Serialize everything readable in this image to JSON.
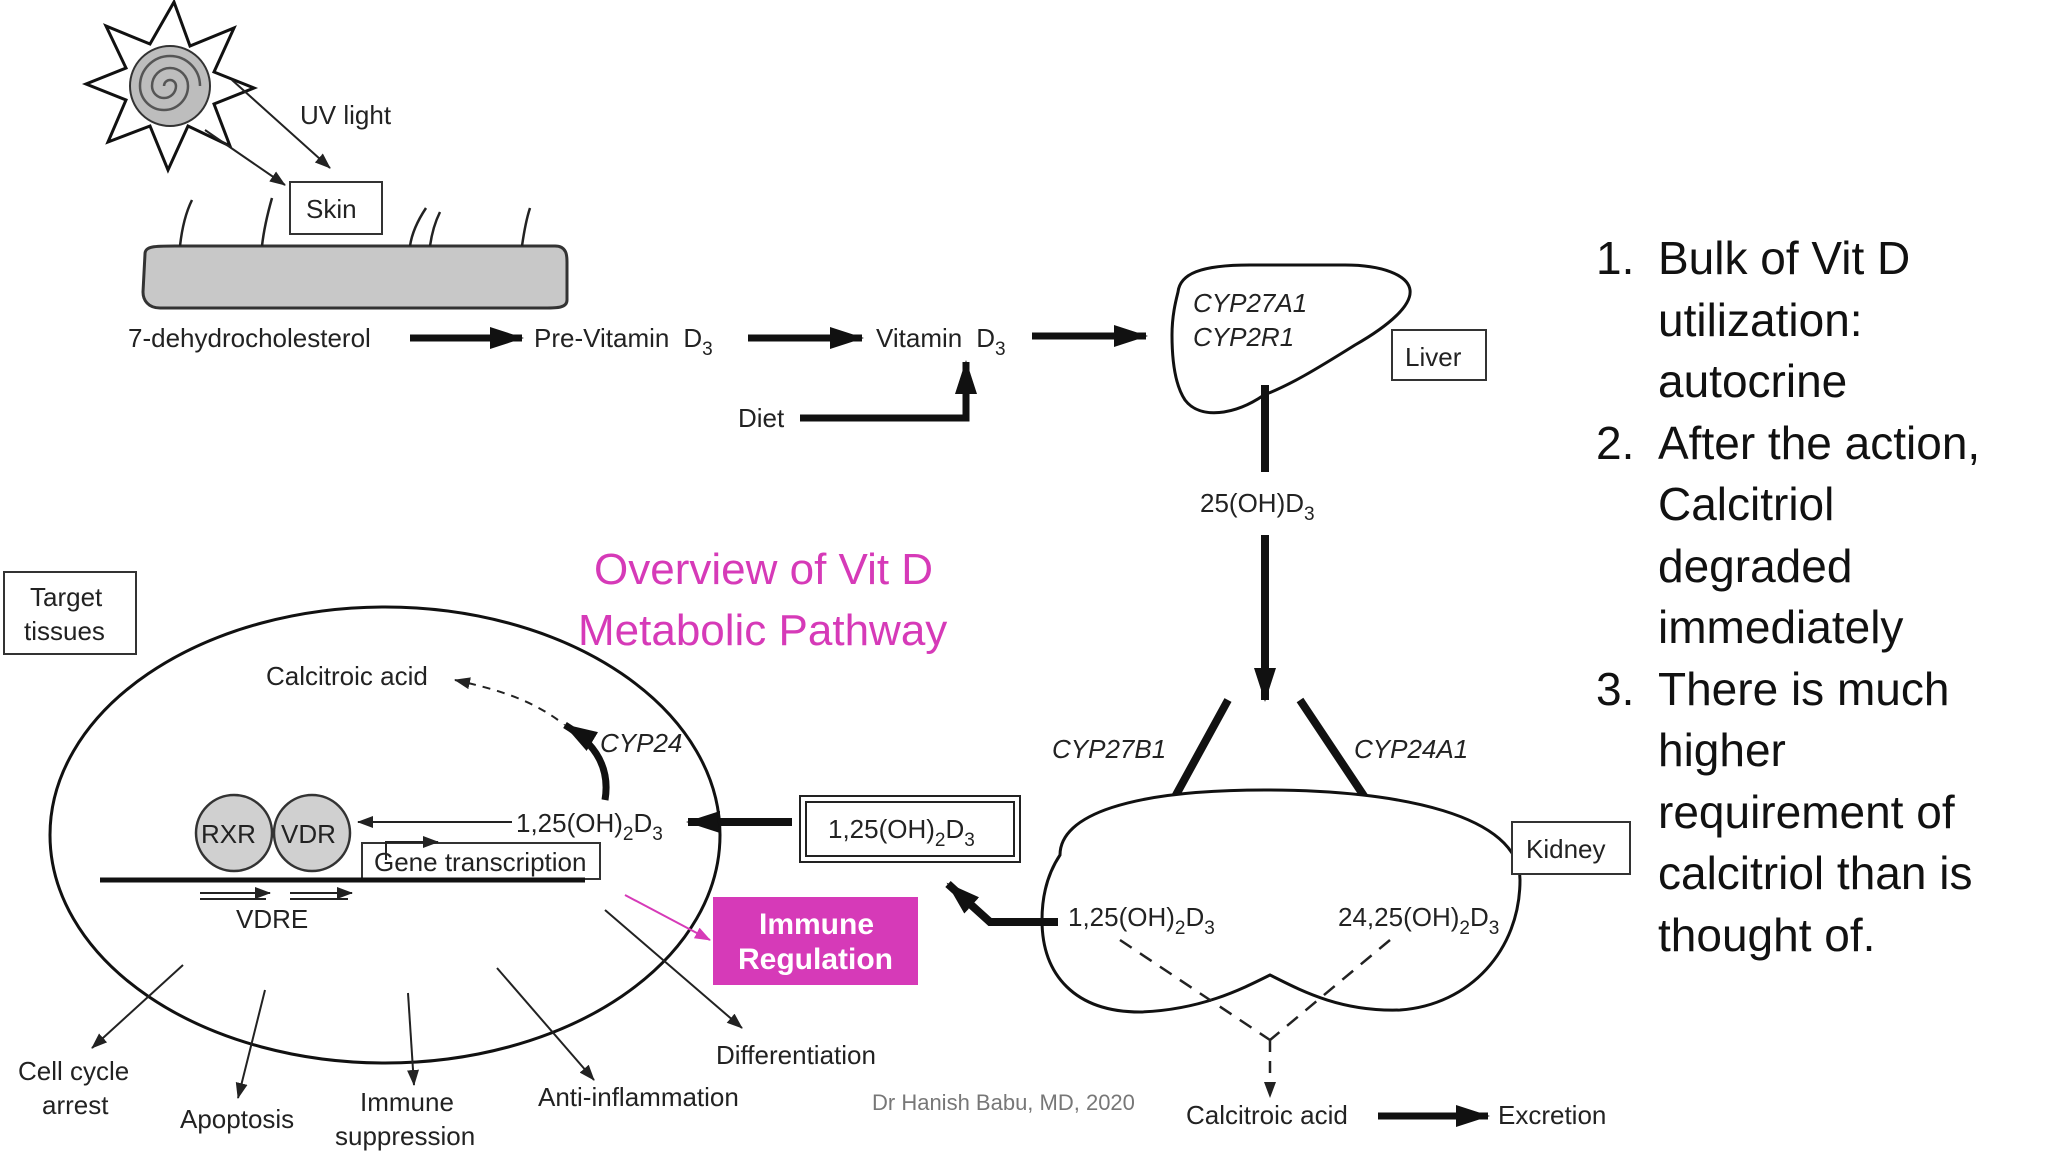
{
  "diagram": {
    "uv_light": "UV light",
    "skin": "Skin",
    "seven_dhc": "7-dehydrocholesterol",
    "pre_vitamin": "Pre-Vitamin",
    "vitamin": "Vitamin",
    "d3": "D",
    "d3_sub": "3",
    "diet": "Diet",
    "cyp27a1": "CYP27A1",
    "cyp2r1": "CYP2R1",
    "liver": "Liver",
    "oh25_main": "25(OH)D",
    "oh25_sub": "3",
    "title_line1": "Overview of Vit D",
    "title_line2": "Metabolic Pathway",
    "target_tissues_1": "Target",
    "target_tissues_2": "tissues",
    "calcitroic_acid": "Calcitroic acid",
    "cyp24": "CYP24",
    "rxr": "RXR",
    "vdr": "VDR",
    "gene_transcription": "Gene transcription",
    "vdre": "VDRE",
    "calcitriol_a": "1,25(OH)",
    "calcitriol_sub1": "2",
    "calcitriol_b": "D",
    "calcitriol_sub2": "3",
    "immune_reg_1": "Immune",
    "immune_reg_2": "Regulation",
    "cyp27b1": "CYP27B1",
    "cyp24a1": "CYP24A1",
    "kidney": "Kidney",
    "dihydroxy_a": "24,25(OH)",
    "dihydroxy_sub1": "2",
    "dihydroxy_b": "D",
    "dihydroxy_sub2": "3",
    "cell_cycle_1": "Cell cycle",
    "cell_cycle_2": "arrest",
    "apoptosis": "Apoptosis",
    "immune_supp_1": "Immune",
    "immune_supp_2": "suppression",
    "anti_inflammation": "Anti-inflammation",
    "differentiation": "Differentiation",
    "calcitroic_acid_bottom": "Calcitroic acid",
    "excretion": "Excretion",
    "credit": "Dr Hanish Babu, MD, 2020"
  },
  "notes": [
    {
      "num": "1.",
      "lines": [
        "Bulk of Vit D",
        "utilization:",
        "autocrine"
      ]
    },
    {
      "num": "2.",
      "lines": [
        "After the action,",
        "Calcitriol",
        "degraded",
        "immediately"
      ]
    },
    {
      "num": "3.",
      "lines": [
        "There is much",
        "higher",
        "requirement of",
        "calcitriol than is",
        "thought of."
      ]
    }
  ],
  "colors": {
    "title": "#d63ab8",
    "immune_regulation_box": "#d63ab8",
    "ink": "#111111"
  }
}
